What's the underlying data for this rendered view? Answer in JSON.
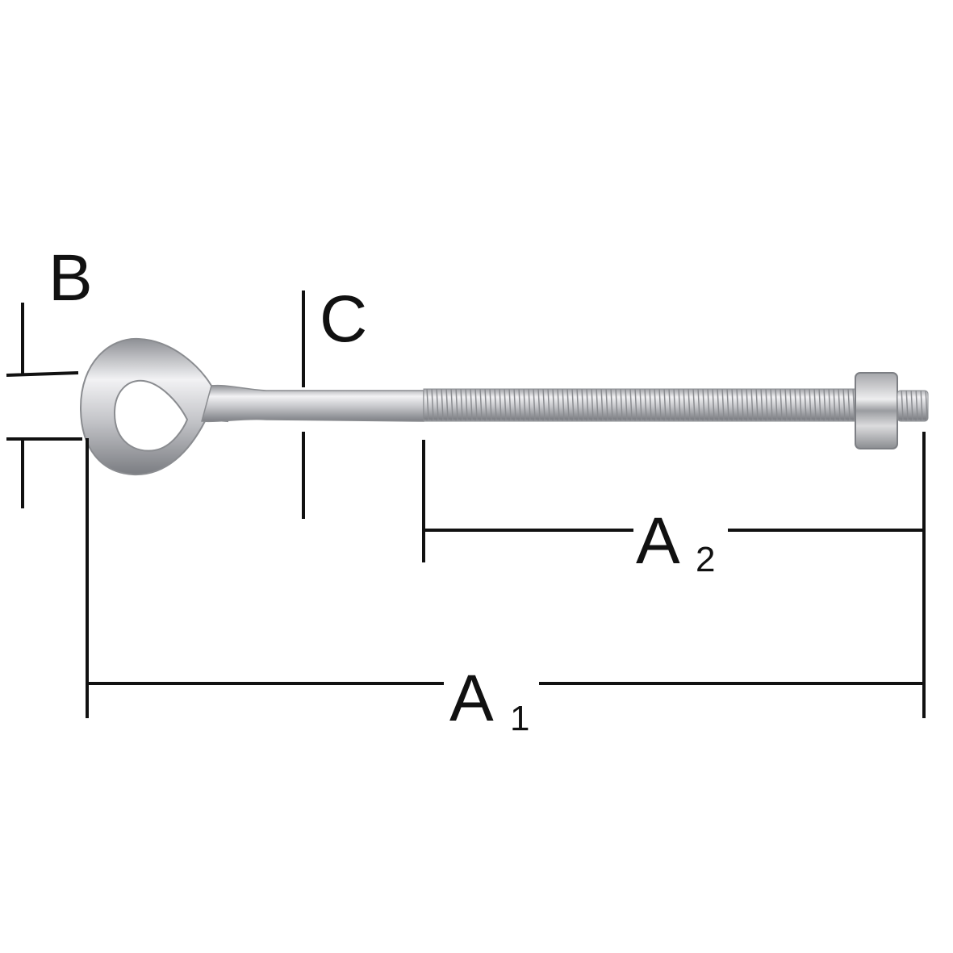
{
  "labels": {
    "b": "B",
    "c": "C",
    "a2_main": "A",
    "a2_sub": "2",
    "a1_main": "A",
    "a1_sub": "1"
  },
  "colors": {
    "line": "#111111",
    "metal_light": "#e8e8ea",
    "metal_mid": "#b8b9bd",
    "metal_dark": "#7d7f84"
  }
}
